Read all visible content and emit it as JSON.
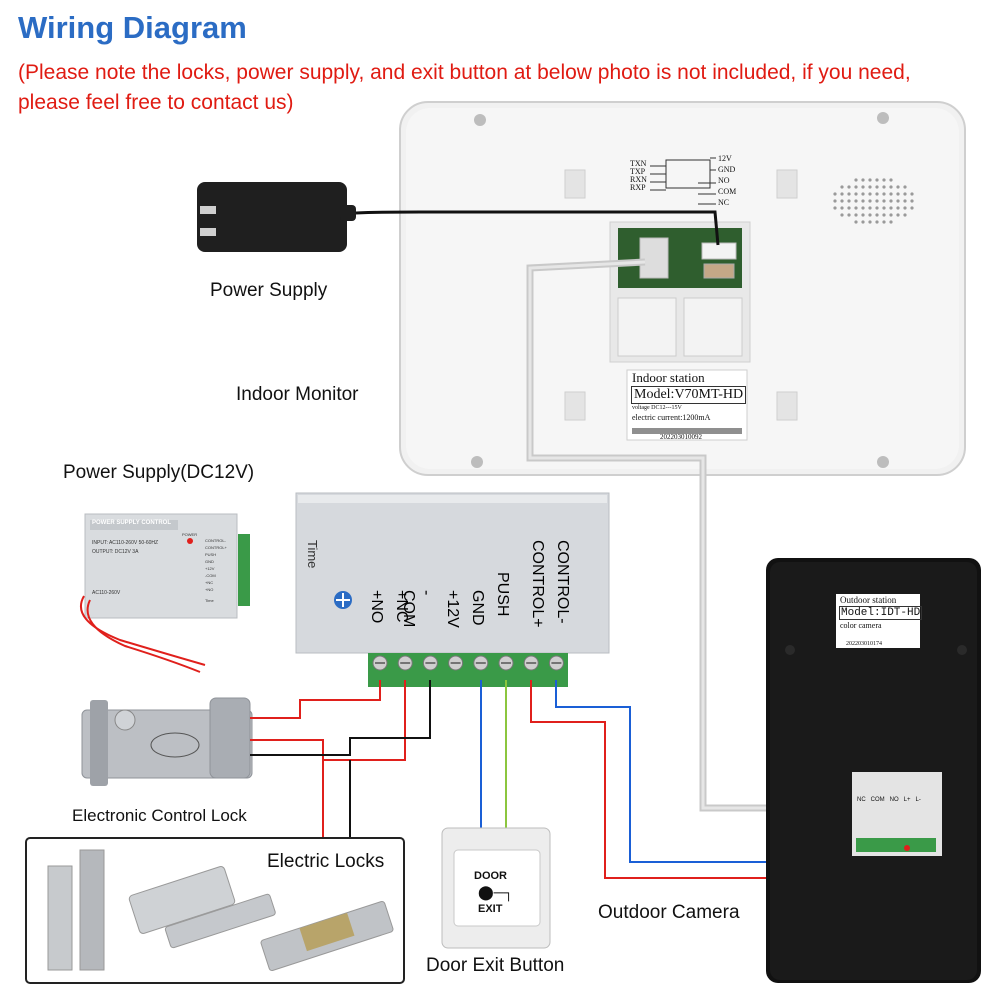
{
  "title": "Wiring Diagram",
  "note": "(Please note the locks, power supply, and exit button at below photo is not included, if you need, please feel free to contact us)",
  "labels": {
    "power_supply": "Power Supply",
    "indoor_monitor": "Indoor Monitor",
    "power_supply_dc": "Power Supply(DC12V)",
    "electronic_control_lock": "Electronic Control Lock",
    "electric_locks": "Electric Locks",
    "door_exit_button": "Door Exit Button",
    "outdoor_camera": "Outdoor Camera"
  },
  "indoor_monitor": {
    "pins_left": [
      "TXN",
      "TXP",
      "RXN",
      "RXP"
    ],
    "pins_right": [
      "12V",
      "GND",
      "NO",
      "COM",
      "NC"
    ],
    "sticker_title": "Indoor station",
    "model": "Model:V70MT-HD",
    "voltage": "voltage DC12---15V",
    "current": "electric current:1200mA",
    "serial": "202203010092"
  },
  "control_box": {
    "time": "Time",
    "terminals": [
      "+NO",
      "+NC",
      "-COM",
      "+12V",
      "GND",
      "PUSH",
      "CONTROL+",
      "CONTROL-"
    ]
  },
  "psu_box": {
    "header": "POWER SUPPLY CONTROL",
    "input": "INPUT: AC110-260V 50-60HZ",
    "output": "OUTPUT: DC12V 3A",
    "range": "AC110-260V",
    "power": "POWER",
    "terminals": [
      "CONTROL-",
      "CONTROL+",
      "PUSH",
      "GND",
      "+12V",
      "-COM",
      "+NC",
      "+NO"
    ],
    "time": "Time"
  },
  "outdoor_camera": {
    "sticker_title": "Outdoor station",
    "model": "Model:IDT-HD",
    "subtitle": "color camera",
    "serial": "202203010174",
    "terminals": [
      "NC",
      "COM",
      "NO",
      "L+",
      "L-"
    ]
  },
  "exit_button": {
    "line1": "DOOR",
    "line2": "EXIT"
  },
  "colors": {
    "title": "#2b6cc4",
    "note": "#e01b12",
    "wire_red": "#e0201c",
    "wire_black": "#111111",
    "wire_blue": "#1a5fd6",
    "wire_green": "#8cc63f",
    "cable_gray": "#c8c8c8",
    "terminal_green": "#3a9a48"
  }
}
